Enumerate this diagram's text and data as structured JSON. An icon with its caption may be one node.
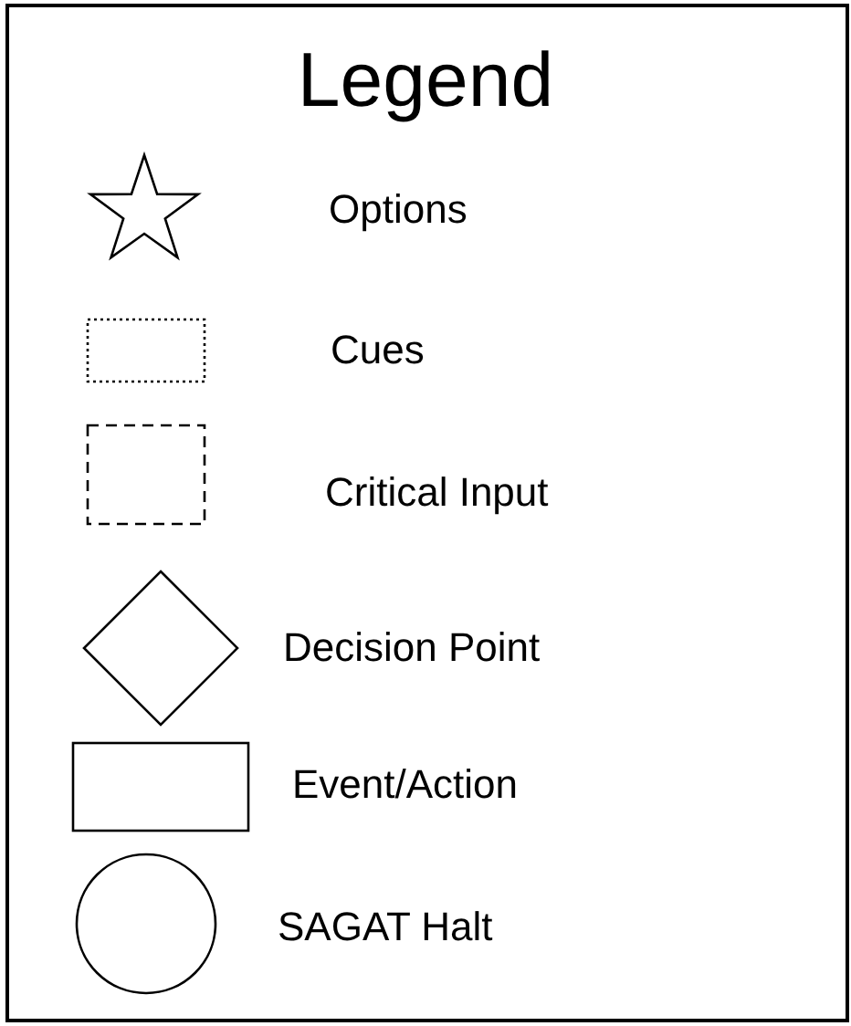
{
  "diagram": {
    "title": "Legend",
    "legend": [
      {
        "text": "Options"
      },
      {
        "text": "Cues"
      },
      {
        "text": "Critical Input"
      },
      {
        "text": "Decision Point"
      },
      {
        "text": "Event/Action"
      },
      {
        "text": "SAGAT Halt"
      }
    ]
  }
}
